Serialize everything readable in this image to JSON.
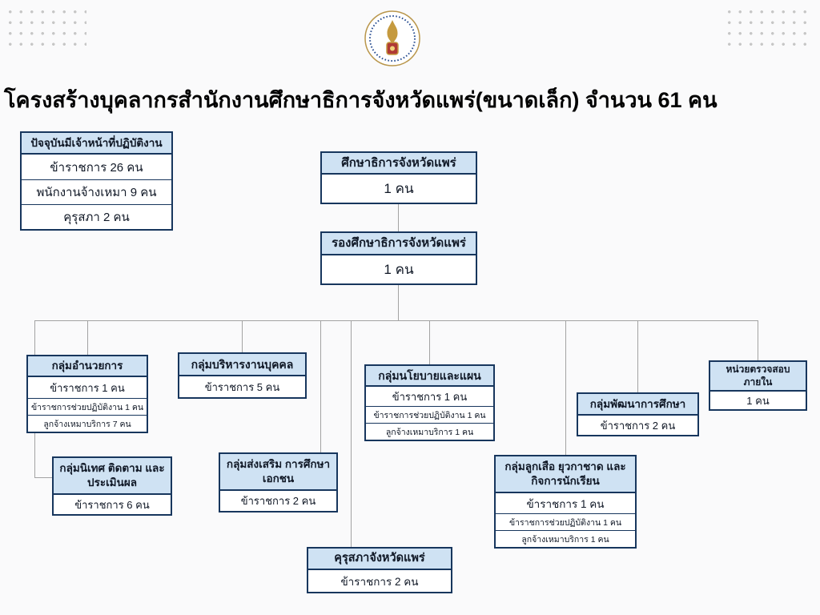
{
  "title": "โครงสร้างบุคลากรสำนักงานศึกษาธิการจังหวัดแพร่(ขนาดเล็ก) จำนวน 61 คน",
  "stats_box": {
    "header": "ปัจจุบันมีเจ้าหน้าที่ปฏิบัติงาน",
    "rows": [
      "ข้าราชการ 26 คน",
      "พนักงานจ้างเหมา 9 คน",
      "คุรุสภา 2 คน"
    ]
  },
  "nodes": {
    "superintendent": {
      "title": "ศึกษาธิการจังหวัดแพร่",
      "rows": [
        "1 คน"
      ]
    },
    "deputy": {
      "title": "รองศึกษาธิการจังหวัดแพร่",
      "rows": [
        "1 คน"
      ]
    },
    "admin_group": {
      "title": "กลุ่มอำนวยการ",
      "rows": [
        "ข้าราชการ 1 คน",
        "ข้าราชการช่วยปฏิบัติงาน 1 คน",
        "ลูกจ้างเหมาบริการ 7 คน"
      ]
    },
    "personnel_group": {
      "title": "กลุ่มบริหารงานบุคคล",
      "rows": [
        "ข้าราชการ 5 คน"
      ]
    },
    "policy_group": {
      "title": "กลุ่มนโยบายและแผน",
      "rows": [
        "ข้าราชการ 1 คน",
        "ข้าราชการช่วยปฏิบัติงาน 1 คน",
        "ลูกจ้างเหมาบริการ 1 คน"
      ]
    },
    "edu_dev_group": {
      "title": "กลุ่มพัฒนาการศึกษา",
      "rows": [
        "ข้าราชการ 2 คน"
      ]
    },
    "internal_audit": {
      "title": "หน่วยตรวจสอบภายใน",
      "rows": [
        "1 คน"
      ]
    },
    "supervision_group": {
      "title": "กลุ่มนิเทศ ติดตาม และประเมินผล",
      "rows": [
        "ข้าราชการ 6 คน"
      ]
    },
    "private_edu_group": {
      "title": "กลุ่มส่งเสริม การศึกษาเอกชน",
      "rows": [
        "ข้าราชการ 2 คน"
      ]
    },
    "scout_group": {
      "title": "กลุ่มลูกเสือ ยุวกาชาด และกิจการนักเรียน",
      "rows": [
        "ข้าราชการ 1 คน",
        "ข้าราชการช่วยปฏิบัติงาน 1 คน",
        "ลูกจ้างเหมาบริการ 1 คน"
      ]
    },
    "khurusapha_phrae": {
      "title": "คุรุสภาจังหวัดแพร่",
      "rows": [
        "ข้าราชการ 2 คน"
      ]
    }
  },
  "colors": {
    "header_fill": "#cfe2f3",
    "box_border": "#17365d",
    "connector": "#a3a3a3",
    "background": "#fafafb",
    "seal_gold": "#c59a3f",
    "seal_blue": "#2a4f92",
    "seal_red": "#b03a35"
  }
}
